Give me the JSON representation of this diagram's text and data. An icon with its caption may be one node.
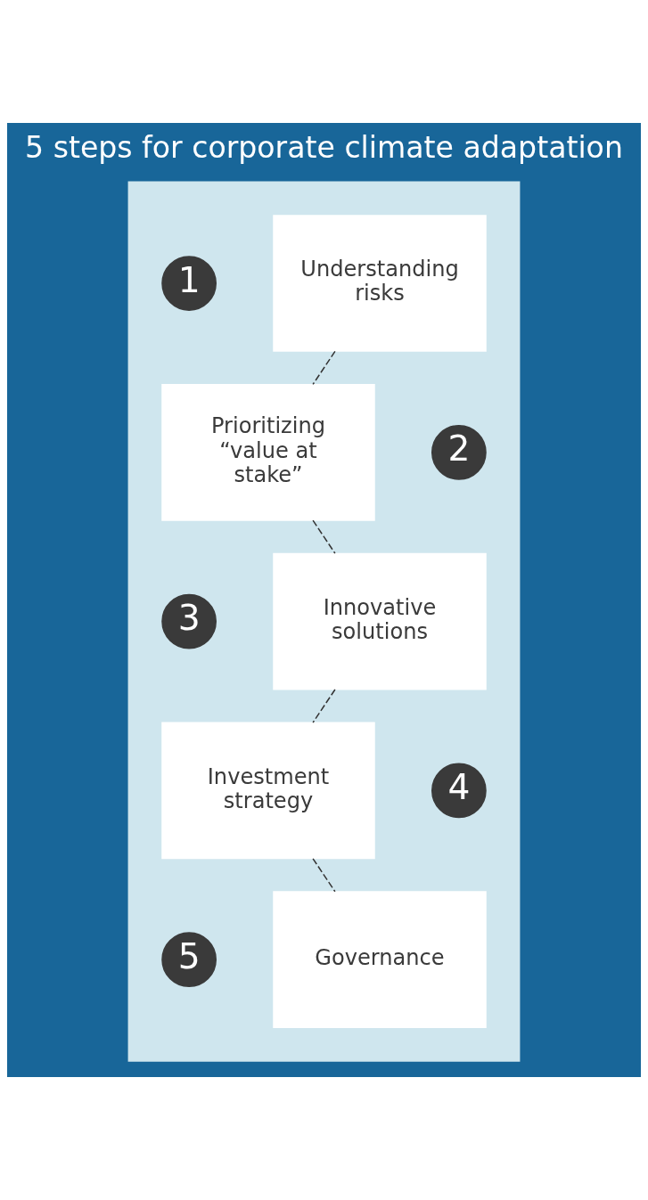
{
  "diagram": {
    "title": "5 steps for corporate climate adaptation",
    "nodes": [
      {
        "text": [],
        "shape": "box"
      },
      {
        "text": [
          "Understanding risks"
        ],
        "in": 0,
        "beside": [
          "1"
        ]
      },
      {
        "text": [
          "Prioritizing “value at stake”"
        ],
        "in": 0,
        "beside": [
          "2"
        ]
      },
      {
        "text": [
          "Innovative solutions"
        ],
        "in": 0,
        "beside": [
          "3"
        ]
      },
      {
        "text": [
          "Investment strategy"
        ],
        "in": 0,
        "beside": [
          "4"
        ]
      },
      {
        "text": [
          "Governance"
        ],
        "in": 0,
        "beside": [
          "5"
        ]
      }
    ],
    "edges": [
      {
        "from": 1,
        "to": 2,
        "arrow": "none",
        "style": "dashed"
      },
      {
        "from": 2,
        "to": 3,
        "arrow": "none",
        "style": "dashed"
      },
      {
        "from": 3,
        "to": 4,
        "arrow": "none",
        "style": "dashed"
      },
      {
        "from": 4,
        "to": 5,
        "arrow": "none",
        "style": "dashed"
      }
    ]
  }
}
